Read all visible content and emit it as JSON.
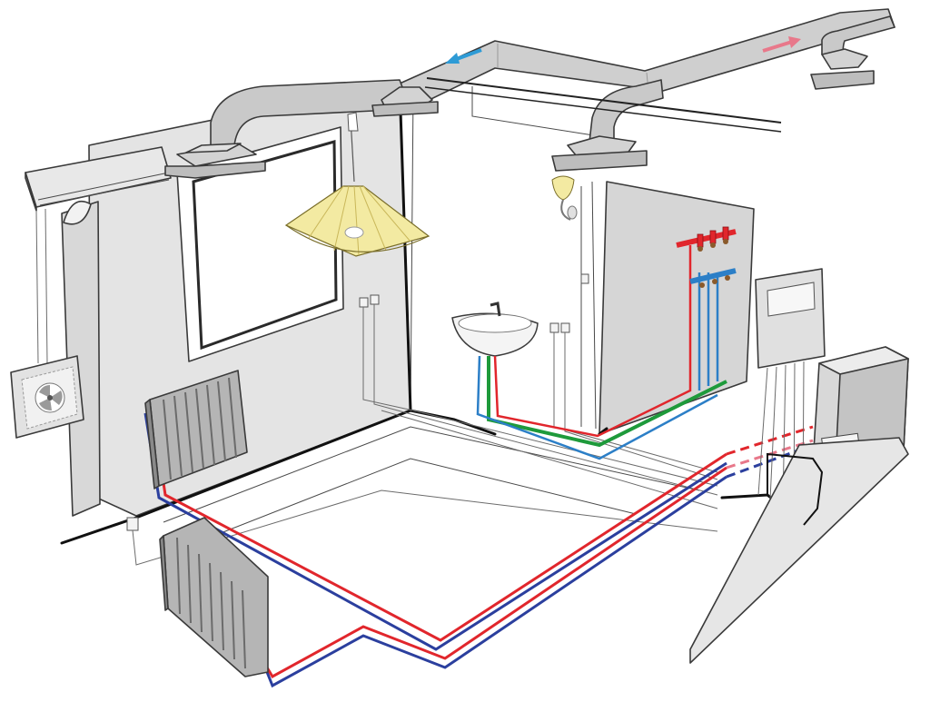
{
  "colors": {
    "background": "#ffffff",
    "wall": "#e4e4e4",
    "wall_dark": "#cfcfcf",
    "duct": "#c9c9c9",
    "duct_shadow": "#a9a9a9",
    "radiator": "#9d9d9d",
    "hot_water_pipe": "#e1262c",
    "cold_water_pipe": "#2b3f9e",
    "cold_supply_pipe": "#2c7fc7",
    "drain_pipe": "#1e9a3b",
    "lamp_shade": "#f3eaa2",
    "exhaust_arrow": "#2e9bd6",
    "supply_arrow": "#e8788a"
  },
  "components": [
    {
      "id": "wall-air-conditioner",
      "icon": "ac-unit-icon"
    },
    {
      "id": "ventilation-ductwork",
      "icon": "duct-icon"
    },
    {
      "id": "ceiling-diffusers",
      "icon": "diffuser-icon"
    },
    {
      "id": "exhaust-airflow-arrow",
      "icon": "arrow-left-icon"
    },
    {
      "id": "supply-airflow-arrow",
      "icon": "arrow-right-icon"
    },
    {
      "id": "pendant-lamp",
      "icon": "lamp-icon"
    },
    {
      "id": "wall-sconce",
      "icon": "sconce-icon"
    },
    {
      "id": "window-opening",
      "icon": "window-icon"
    },
    {
      "id": "wall-exhaust-fan",
      "icon": "fan-icon"
    },
    {
      "id": "panel-radiators",
      "icon": "radiator-icon"
    },
    {
      "id": "wash-basin",
      "icon": "sink-icon"
    },
    {
      "id": "water-manifold",
      "icon": "manifold-icon"
    },
    {
      "id": "control-panel",
      "icon": "control-panel-icon"
    },
    {
      "id": "heating-boiler",
      "icon": "boiler-icon"
    },
    {
      "id": "electrical-sockets",
      "icon": "socket-icon"
    }
  ]
}
